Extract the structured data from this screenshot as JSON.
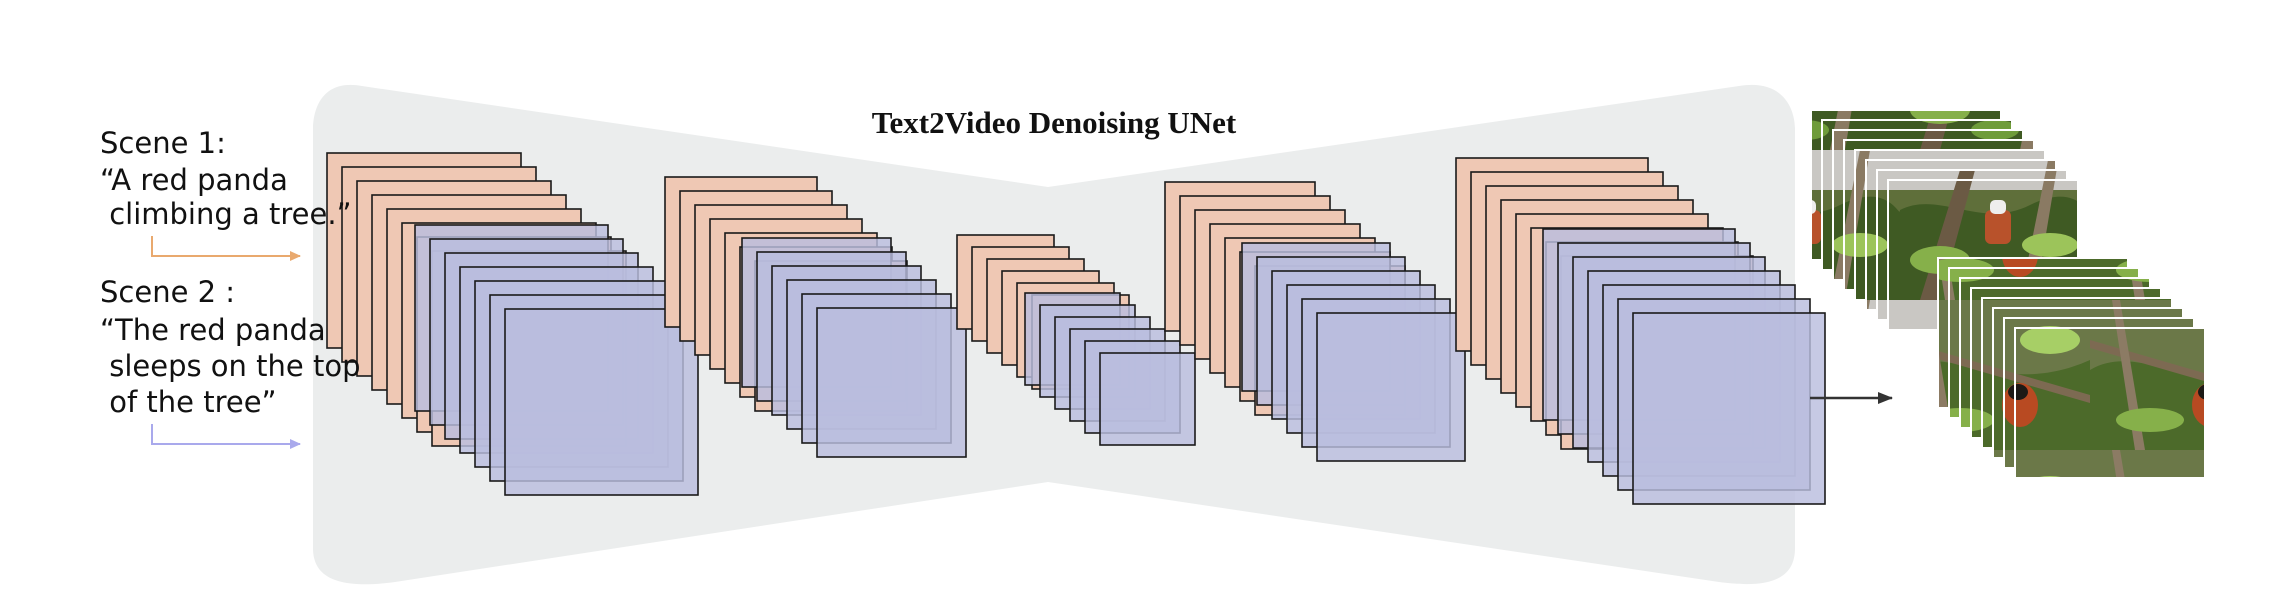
{
  "title": "Text2Video Denoising UNet",
  "scenes": [
    {
      "label": "Scene 1:",
      "prompt_lines": [
        "“A red panda",
        " climbing a tree.”"
      ],
      "arrow_color": "#E9A96E"
    },
    {
      "label": "Scene 2 :",
      "prompt_lines": [
        "“The red panda",
        " sleeps on the top",
        " of the tree”"
      ],
      "arrow_color": "#A9A9EC"
    }
  ],
  "colors": {
    "unet_background": "#EBEDED",
    "scene1_frames": "#EFC8B4",
    "scene2_frames": "#B9BDDE",
    "frame_outline": "#1A1A1A",
    "output_arrow": "#333333"
  },
  "icons": {
    "output_arrow": "right-arrow-icon",
    "scene_arrow": "bent-arrow-icon"
  },
  "output": {
    "frame_stacks": [
      {
        "name": "scene-1-output-frames",
        "content": "red panda climbing a tree"
      },
      {
        "name": "scene-2-output-frames",
        "content": "red panda sleeping on a branch"
      }
    ]
  }
}
